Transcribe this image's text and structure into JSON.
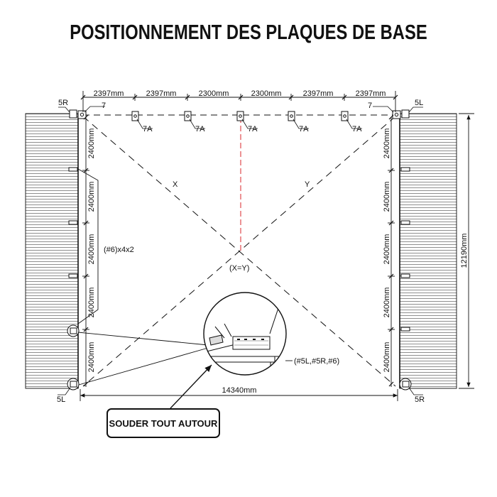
{
  "title": "POSITIONNEMENT DES PLAQUES DE BASE",
  "top_dimensions": [
    "2397mm",
    "2397mm",
    "2300mm",
    "2300mm",
    "2397mm",
    "2397mm"
  ],
  "left_dimensions": [
    "2400mm",
    "2400mm",
    "2400mm",
    "2400mm",
    "2400mm"
  ],
  "right_dimensions": [
    "2400mm",
    "2400mm",
    "2400mm",
    "2400mm",
    "2400mm"
  ],
  "overall_width": "14340mm",
  "overall_height": "12190mm",
  "plate_labels": {
    "top_left_corner": "5R",
    "top_right_corner": "5L",
    "bottom_left_corner": "5L",
    "bottom_right_corner": "5R",
    "top_left_7": "7",
    "top_right_7": "7",
    "top_mid": [
      "7A",
      "7A",
      "7A",
      "7A",
      "7A"
    ]
  },
  "diagonal_labels": {
    "x": "X",
    "y": "Y",
    "equal": "(X=Y)"
  },
  "side_group_label": "(#6)x4x2",
  "detail_label": "(#5L,#5R,#6)",
  "callout_text": "SOUDER TOUT AUTOUR",
  "colors": {
    "line": "#111111",
    "center_line": "#d9252a",
    "background": "#ffffff"
  }
}
